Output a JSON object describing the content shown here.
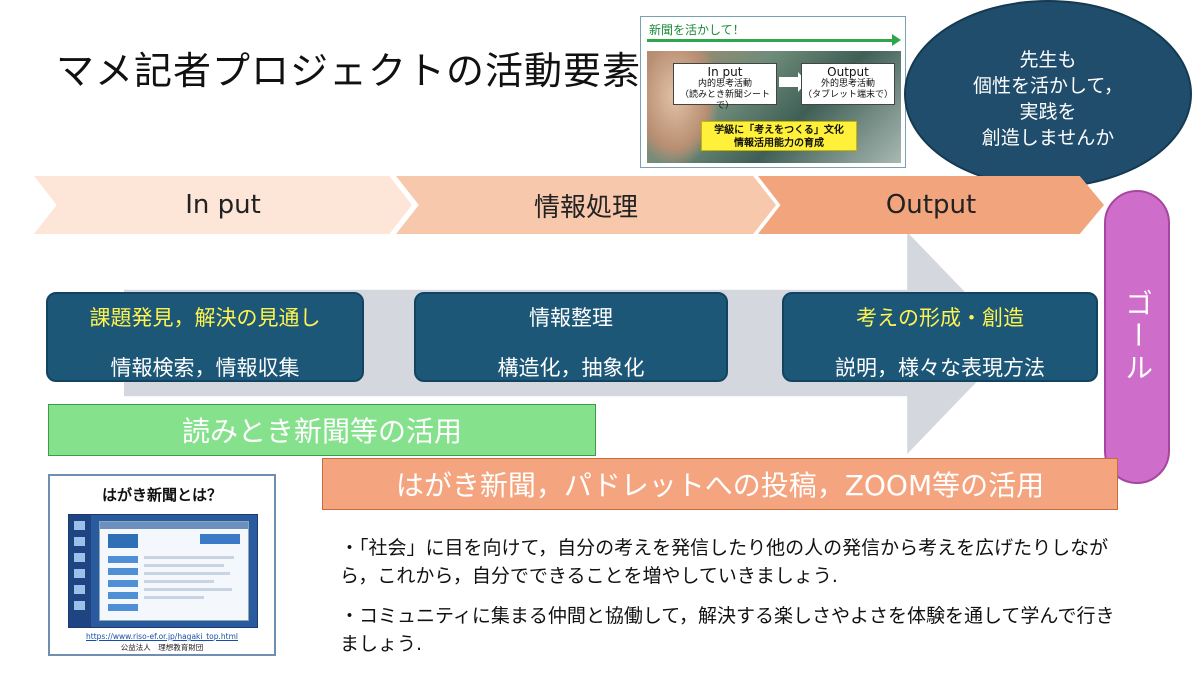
{
  "slide": {
    "title": "マメ記者プロジェクトの活動要素"
  },
  "photo_panel": {
    "heading": "新聞を活かして！",
    "input_box": {
      "title": "In put",
      "line1": "内的思考活動",
      "line2": "（読みとき新聞シートで）"
    },
    "output_box": {
      "title": "Output",
      "line1": "外的思考活動",
      "line2": "（タブレット端末で）"
    },
    "caption_line1": "学級に「考えをつくる」文化",
    "caption_line2": "情報活用能力の育成"
  },
  "oval": {
    "line1": "先生も",
    "line2": "個性を活かして，",
    "line3": "実践を",
    "line4": "創造しませんか"
  },
  "process": {
    "steps": [
      {
        "label": "In put"
      },
      {
        "label": "情報処理"
      },
      {
        "label": "Output"
      }
    ]
  },
  "goal": {
    "label": "ゴール"
  },
  "activity_boxes": [
    {
      "line1": "課題発見，解決の見通し",
      "line2": "情報検索，情報収集"
    },
    {
      "line1": "情報整理",
      "line2": "構造化，抽象化"
    },
    {
      "line1": "考えの形成・創造",
      "line2": "説明，様々な表現方法"
    }
  ],
  "banners": {
    "green": "読みとき新聞等の活用",
    "orange": "はがき新聞，パドレットへの投稿，ZOOM等の活用"
  },
  "hagaki_panel": {
    "title": "はがき新聞とは？",
    "url": "https://www.riso-ef.or.jp/hagaki_top.html",
    "org": "公益法人　理想教育財団"
  },
  "paragraphs": [
    "・「社会」に目を向けて，自分の考えを発信したり他の人の発信から考えを広げたりしながら，これから，自分でできることを増やしていきましょう.",
    "・コミュニティに集まる仲間と協働して，解決する楽しさやよさを体験を通して学んで行きましょう."
  ],
  "colors": {
    "chevron_light": "#fde5d8",
    "chevron_mid": "#f8c8ad",
    "chevron_dark": "#f2a57d",
    "teal_box": "#1d5778",
    "yellow_text": "#fff44f",
    "green_banner": "#86e18d",
    "orange_banner": "#f4a57f",
    "oval": "#1f4d6b",
    "goal": "#cf6dca",
    "gray_arrow": "#d2d6dc"
  }
}
